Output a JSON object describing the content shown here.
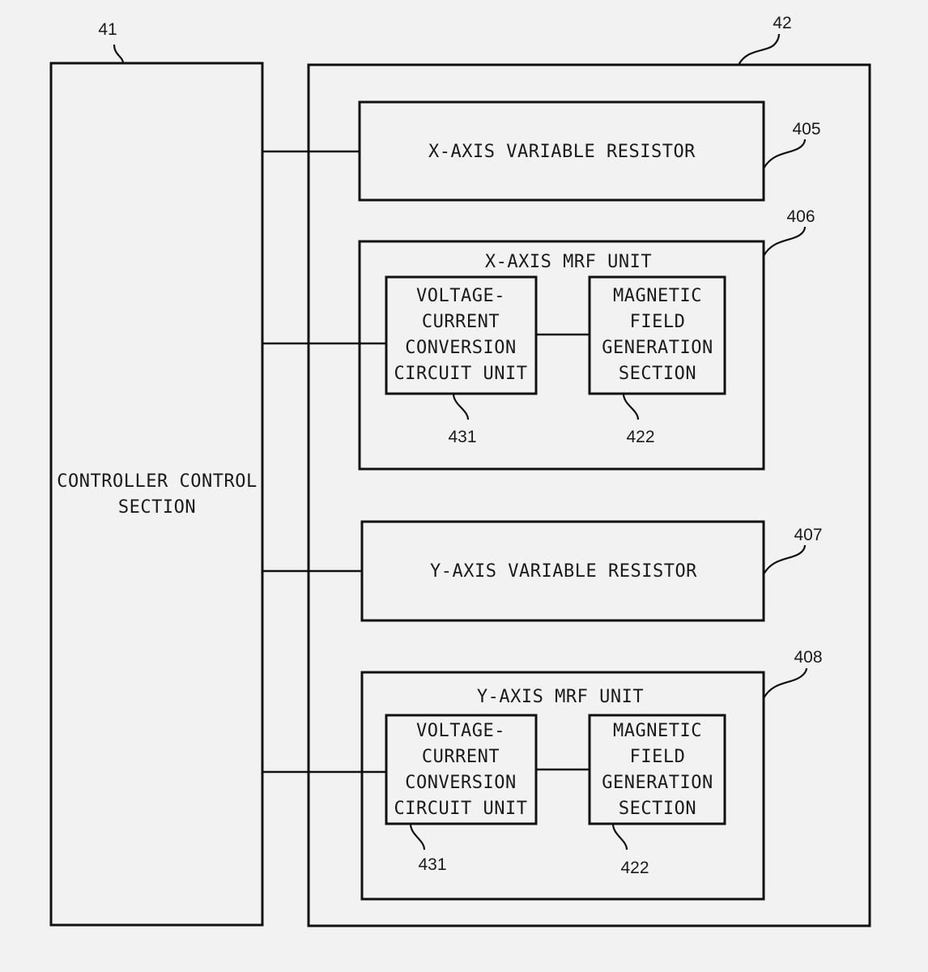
{
  "diagram": {
    "controller": {
      "ref": "41",
      "lines": [
        "CONTROLLER CONTROL",
        "SECTION"
      ]
    },
    "unit": {
      "ref": "42"
    },
    "x_resistor": {
      "ref": "405",
      "label": "X-AXIS VARIABLE RESISTOR"
    },
    "x_mrf": {
      "ref": "406",
      "title": "X-AXIS MRF UNIT",
      "vc": {
        "ref": "431",
        "lines": [
          "VOLTAGE-",
          "CURRENT",
          "CONVERSION",
          "CIRCUIT UNIT"
        ]
      },
      "mf": {
        "ref": "422",
        "lines": [
          "MAGNETIC",
          "FIELD",
          "GENERATION",
          "SECTION"
        ]
      }
    },
    "y_resistor": {
      "ref": "407",
      "label": "Y-AXIS VARIABLE RESISTOR"
    },
    "y_mrf": {
      "ref": "408",
      "title": "Y-AXIS MRF UNIT",
      "vc": {
        "ref": "431",
        "lines": [
          "VOLTAGE-",
          "CURRENT",
          "CONVERSION",
          "CIRCUIT UNIT"
        ]
      },
      "mf": {
        "ref": "422",
        "lines": [
          "MAGNETIC",
          "FIELD",
          "GENERATION",
          "SECTION"
        ]
      }
    }
  }
}
